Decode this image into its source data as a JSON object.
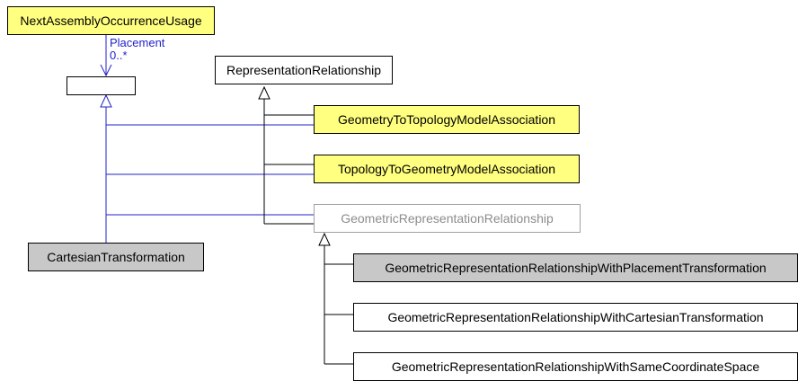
{
  "colors": {
    "highlight": "#ffff80",
    "neutral": "#ffffff",
    "selected": "#c8c8c8",
    "association_line": "#2323c8",
    "inheritance_line": "#000000",
    "deprecated_text": "#8c8c8c"
  },
  "entities": {
    "next_assembly_occurrence_usage": "NextAssemblyOccurrenceUsage",
    "unnamed_select": "",
    "cartesian_transformation": "CartesianTransformation",
    "representation_relationship": "RepresentationRelationship",
    "geometry_to_topology": "GeometryToTopologyModelAssociation",
    "topology_to_geometry": "TopologyToGeometryModelAssociation",
    "geometric_representation_relationship": "GeometricRepresentationRelationship",
    "grr_placement_transformation": "GeometricRepresentationRelationshipWithPlacementTransformation",
    "grr_cartesian_transformation": "GeometricRepresentationRelationshipWithCartesianTransformation",
    "grr_same_coordinate_space": "GeometricRepresentationRelationshipWithSameCoordinateSpace"
  },
  "association": {
    "role": "Placement",
    "cardinality": "0..*"
  }
}
